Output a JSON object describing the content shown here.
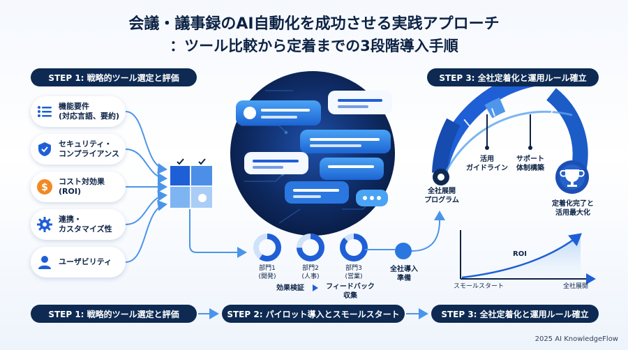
{
  "title": {
    "line1": "会議・議事録のAI自動化を成功させる実践アプローチ",
    "line2": "：ツール比較から定着までの3段階導入手順"
  },
  "step1_label": "STEP 1: 戦略的ツール選定と評価",
  "step2_label": "STEP 2: パイロット導入とスモールスタート",
  "step3_label": "STEP 3: 全社定着化と運用ルール確立",
  "criteria": [
    {
      "icon": "list-icon",
      "line1": "機能要件",
      "line2": "(対応言語、要約)"
    },
    {
      "icon": "shield-check-icon",
      "line1": "セキュリティ・",
      "line2": "コンプライアンス"
    },
    {
      "icon": "dollar-coin-icon",
      "line1": "コスト対効果",
      "line2": "(ROI)"
    },
    {
      "icon": "gear-icon",
      "line1": "連携・",
      "line2": "カスタマイズ性"
    },
    {
      "icon": "user-icon",
      "line1": "ユーザビリティ",
      "line2": ""
    }
  ],
  "pilot": {
    "departments": [
      {
        "line1": "部門1",
        "line2": "(開発)"
      },
      {
        "line1": "部門2",
        "line2": "(人事)"
      },
      {
        "line1": "部門3",
        "line2": "(営業)"
      }
    ],
    "effect_check": "効果検証",
    "feedback_line1": "フィードバック",
    "feedback_line2": "収集",
    "rollout_prep_line1": "全社導入",
    "rollout_prep_line2": "準備"
  },
  "rollout": {
    "program_line1": "全社展開",
    "program_line2": "プログラム",
    "guideline_line1": "活用",
    "guideline_line2": "ガイドライン",
    "support_line1": "サポート",
    "support_line2": "体制構築",
    "goal_line1": "定着化完了と",
    "goal_line2": "活用最大化"
  },
  "roi_chart": {
    "curve_label": "ROI",
    "x_start_label": "スモールスタート",
    "x_end_label": "全社展開"
  },
  "footer": "2025 AI KnowledgeFlow",
  "colors": {
    "navy": "#0e2a52",
    "primary_blue": "#1f5fd6",
    "light_blue": "#6fb0f0",
    "pale_blue": "#cfe2fa"
  }
}
